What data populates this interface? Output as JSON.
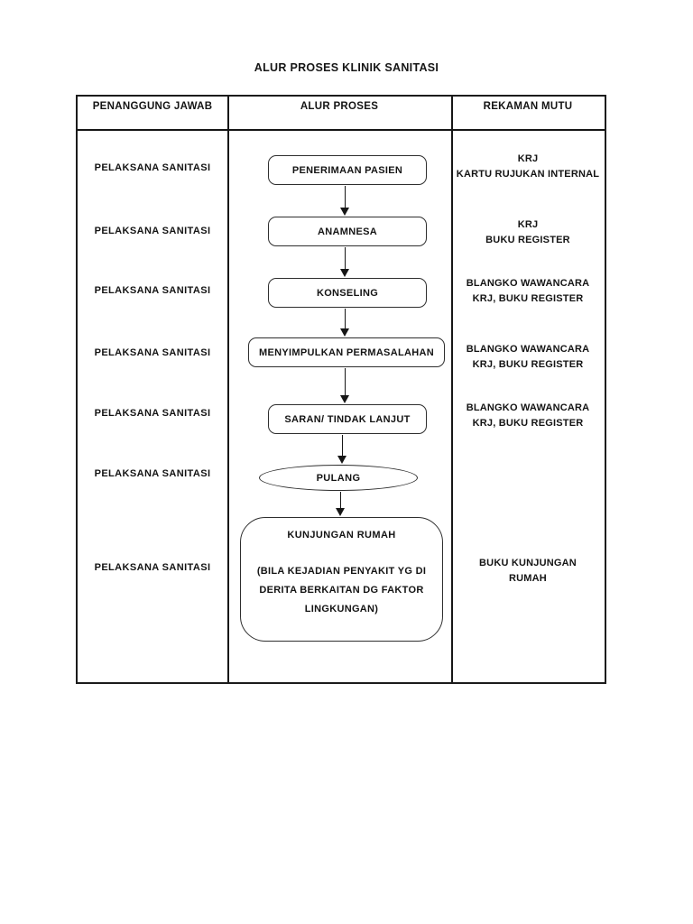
{
  "page": {
    "title": "ALUR PROSES KLINIK SANITASI"
  },
  "table": {
    "headers": [
      "PENANGGUNG JAWAB",
      "ALUR PROSES",
      "REKAMAN MUTU"
    ]
  },
  "columns": {
    "penanggung_jawab": [
      "PELAKSANA SANITASI",
      "PELAKSANA SANITASI",
      "PELAKSANA SANITASI",
      "PELAKSANA SANITASI",
      "PELAKSANA SANITASI",
      "PELAKSANA SANITASI",
      "PELAKSANA SANITASI"
    ],
    "rekaman_mutu": [
      "KRJ\nKARTU RUJUKAN INTERNAL",
      "KRJ\nBUKU REGISTER",
      "BLANGKO WAWANCARA\nKRJ, BUKU REGISTER",
      "BLANGKO WAWANCARA\nKRJ, BUKU REGISTER",
      "BLANGKO WAWANCARA\nKRJ, BUKU REGISTER",
      "",
      "BUKU KUNJUNGAN\nRUMAH"
    ]
  },
  "flow": {
    "steps": [
      {
        "label": "PENERIMAAN PASIEN",
        "shape": "rounded-rect"
      },
      {
        "label": "ANAMNESA",
        "shape": "rounded-rect"
      },
      {
        "label": "KONSELING",
        "shape": "rounded-rect"
      },
      {
        "label": "MENYIMPULKAN PERMASALAHAN",
        "shape": "rounded-rect"
      },
      {
        "label": "SARAN/ TINDAK LANJUT",
        "shape": "rounded-rect"
      },
      {
        "label": "PULANG",
        "shape": "ellipse"
      },
      {
        "label": "KUNJUNGAN RUMAH",
        "shape": "rounded-rect-large",
        "note": "(BILA KEJADIAN PENYAKIT YG DI\nDERITA BERKAITAN DG FAKTOR\nLINGKUNGAN)"
      }
    ]
  }
}
